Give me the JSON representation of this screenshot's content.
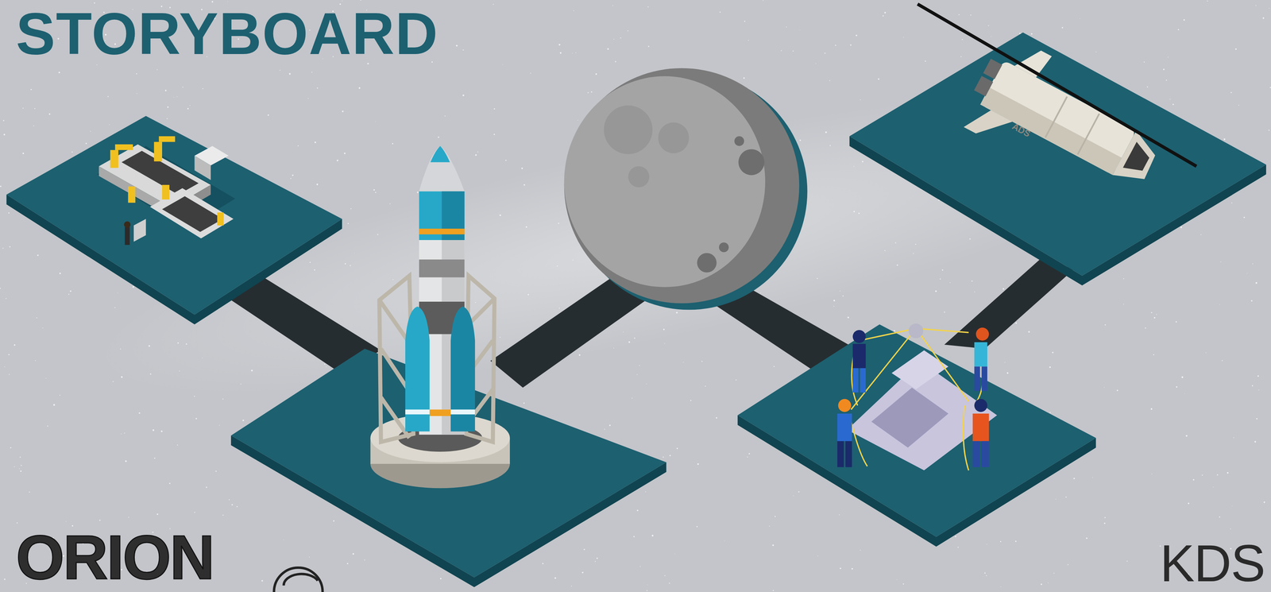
{
  "diagram": {
    "title": "STORYBOARD",
    "labels": [
      "ADS",
      "ORION",
      "KDS"
    ]
  }
}
